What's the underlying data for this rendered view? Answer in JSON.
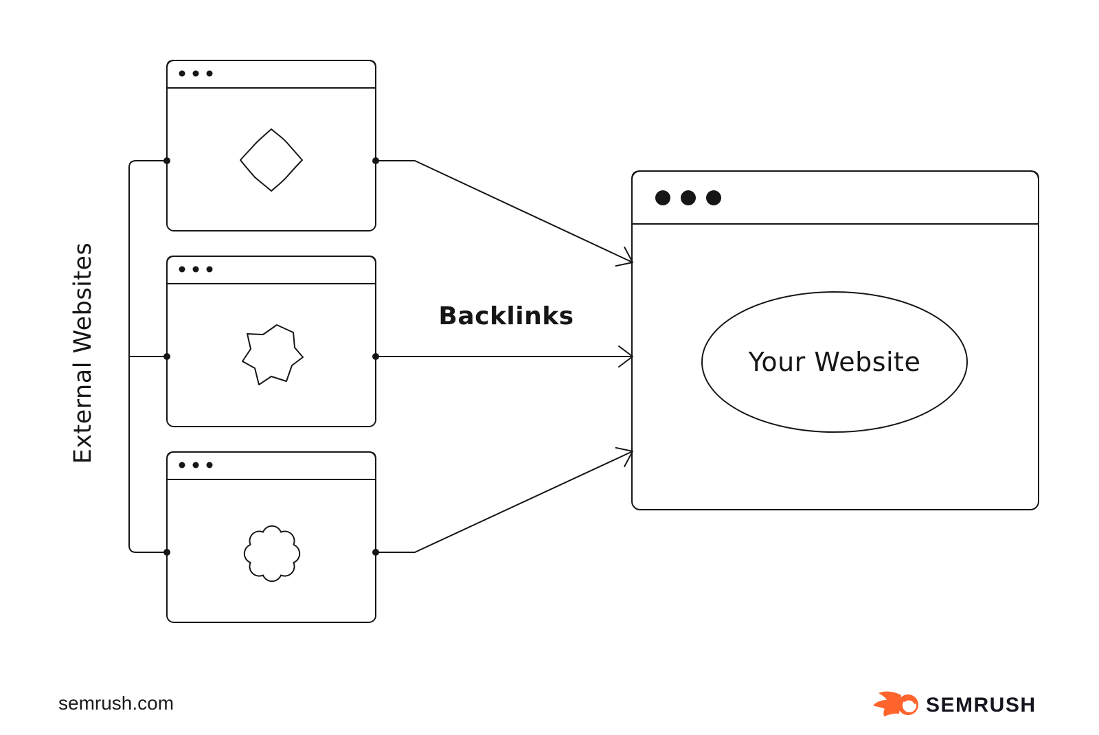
{
  "diagram": {
    "group_label": "External Websites",
    "arrow_label": "Backlinks",
    "your_website": {
      "label": "Your Website",
      "titlebar_color": "#BFE3F7"
    },
    "external_sites": [
      {
        "titlebar_color": "#F6E8A6",
        "shape": "diamond-blob"
      },
      {
        "titlebar_color": "#E4F2A4",
        "shape": "splat-blob"
      },
      {
        "titlebar_color": "#DCD2E9",
        "shape": "flower-blob"
      }
    ],
    "line_color": "#161616"
  },
  "footer": {
    "source_text": "semrush.com",
    "brand_name": "SEMRUSH",
    "brand_color": "#FF642D"
  }
}
